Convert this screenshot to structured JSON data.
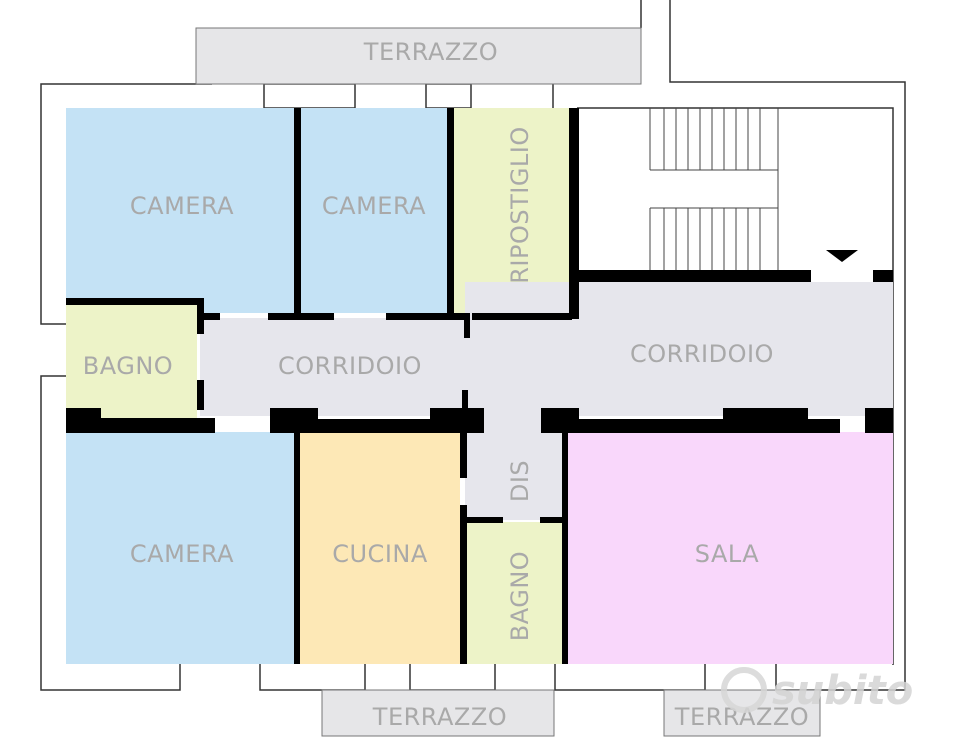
{
  "rooms": {
    "terrazzo_top": "TERRAZZO",
    "camera_1": "CAMERA",
    "camera_2": "CAMERA",
    "ripostiglio": "RIPOSTIGLIO",
    "bagno_left": "BAGNO",
    "corridoio_left": "CORRIDOIO",
    "corridoio_right": "CORRIDOIO",
    "camera_3": "CAMERA",
    "cucina": "CUCINA",
    "dis": "DIS",
    "bagno_small": "BAGNO",
    "sala": "SALA",
    "terrazzo_bottom_left": "TERRAZZO",
    "terrazzo_bottom_right": "TERRAZZO"
  },
  "watermark": "subito",
  "colors": {
    "camera": "#c4e2f5",
    "bagno": "#edf3c8",
    "ripostiglio": "#edf3c8",
    "corridoio": "#e6e6ec",
    "cucina": "#fde8b6",
    "sala": "#f9d7fb",
    "terrazzo": "#e6e6e8",
    "wall": "#000000"
  }
}
